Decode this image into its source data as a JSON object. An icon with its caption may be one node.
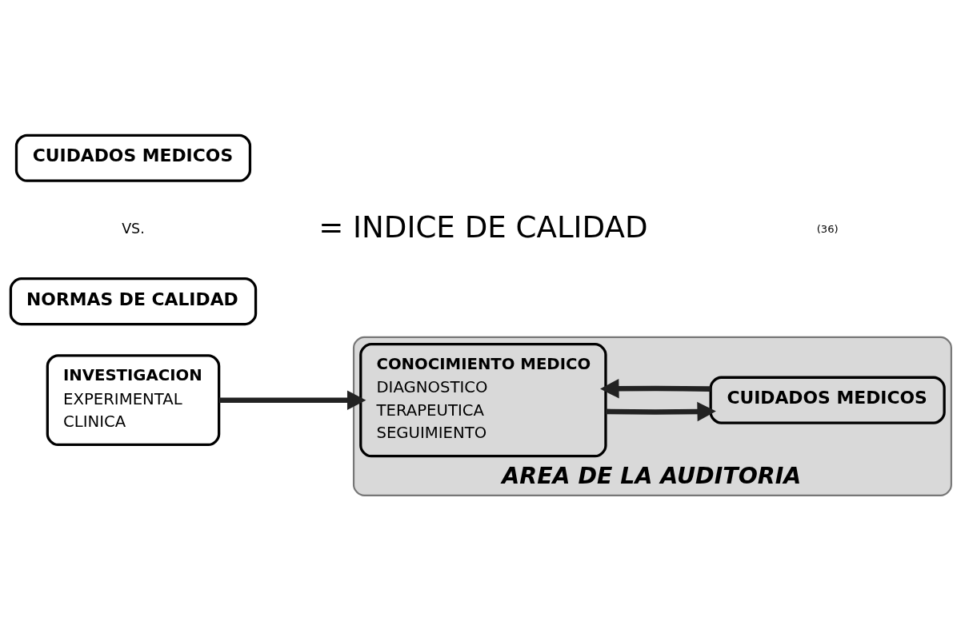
{
  "diagram": {
    "nodes": [
      {
        "text": [
          "INVESTIGACION",
          "EXPERIMENTAL",
          "CLINICA"
        ]
      },
      {
        "text": [
          "AREA DE LA AUDITORIA"
        ]
      },
      {
        "text": [
          "CONOCIMIENTO MEDICO",
          "DIAGNOSTICO",
          "TERAPEUTICA",
          "SEGUIMIENTO"
        ],
        "in": 1
      },
      {
        "text": [
          "CUIDADOS MEDICOS"
        ],
        "in": 1
      },
      {
        "text": [
          "CUIDADOS MEDICOS"
        ]
      },
      {
        "text": [
          "NORMAS DE CALIDAD"
        ]
      }
    ],
    "edges": [
      {
        "from": 0,
        "to": 2,
        "arrow": "to"
      },
      {
        "from": 2,
        "to": 3,
        "arrow": "to"
      },
      {
        "from": 3,
        "to": 2,
        "arrow": "to"
      }
    ],
    "labels": [
      "VS.",
      "= INDICE DE CALIDAD",
      "(36)"
    ]
  }
}
